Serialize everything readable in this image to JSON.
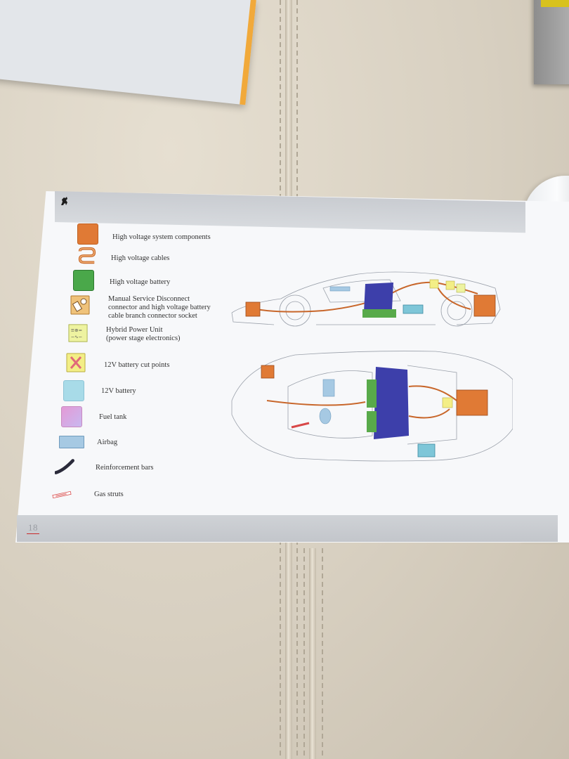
{
  "page": {
    "logo": "horse-logo",
    "page_number": "18"
  },
  "legend": [
    {
      "label": "High voltage system components",
      "color": "#e07a35"
    },
    {
      "label": "High voltage cables",
      "color": "#e07a35"
    },
    {
      "label": "High voltage battery",
      "color": "#4aa84a"
    },
    {
      "label": "Manual Service Disconnect\nconnector and high voltage battery\ncable branch connector socket",
      "color": "#e6b36a"
    },
    {
      "label": "Hybrid Power Unit\n(power stage electronics)",
      "color": "#e7ec9a"
    },
    {
      "label": "12V battery cut points",
      "color": "#f0ec7a"
    },
    {
      "label": "12V battery",
      "color": "#a8dbe8"
    },
    {
      "label": "Fuel tank",
      "color": "#e49ad6"
    },
    {
      "label": "Airbag",
      "color": "#a6c9e3"
    },
    {
      "label": "Reinforcement bars",
      "color": "#2a2a3a"
    },
    {
      "label": "Gas struts",
      "color": "#d84848"
    }
  ],
  "colors": {
    "hv": "#d9772c",
    "battery_blue": "#3d3faa",
    "battery_green": "#58aa4a",
    "page_bg": "#f7f8fa"
  }
}
